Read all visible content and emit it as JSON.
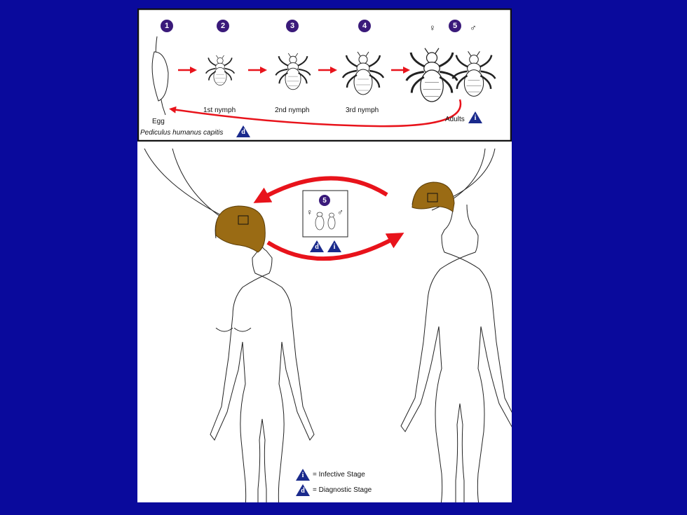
{
  "life_cycle": {
    "stages": [
      {
        "number": "1",
        "label": "Egg"
      },
      {
        "number": "2",
        "label": "1st nymph"
      },
      {
        "number": "3",
        "label": "2nd nymph"
      },
      {
        "number": "4",
        "label": "3rd nymph"
      },
      {
        "number": "5",
        "label": "Adults"
      }
    ],
    "female_symbol": "♀",
    "male_symbol": "♂",
    "species": "Pediculus humanus capitis",
    "infective_marker": "i",
    "diagnostic_marker": "d"
  },
  "transmission": {
    "stage_number": "5",
    "female_symbol": "♀",
    "male_symbol": "♂",
    "diagnostic_marker": "d",
    "infective_marker": "i"
  },
  "legend": {
    "infective_marker": "i",
    "infective_text": "= Infective Stage",
    "diagnostic_marker": "d",
    "diagnostic_text": "= Diagnostic Stage"
  },
  "colors": {
    "background": "#0a0a9c",
    "arrow": "#e8131b",
    "hair": "#9a6b14",
    "badge": "#3a1a7a",
    "triangle": "#1a2a8c"
  }
}
